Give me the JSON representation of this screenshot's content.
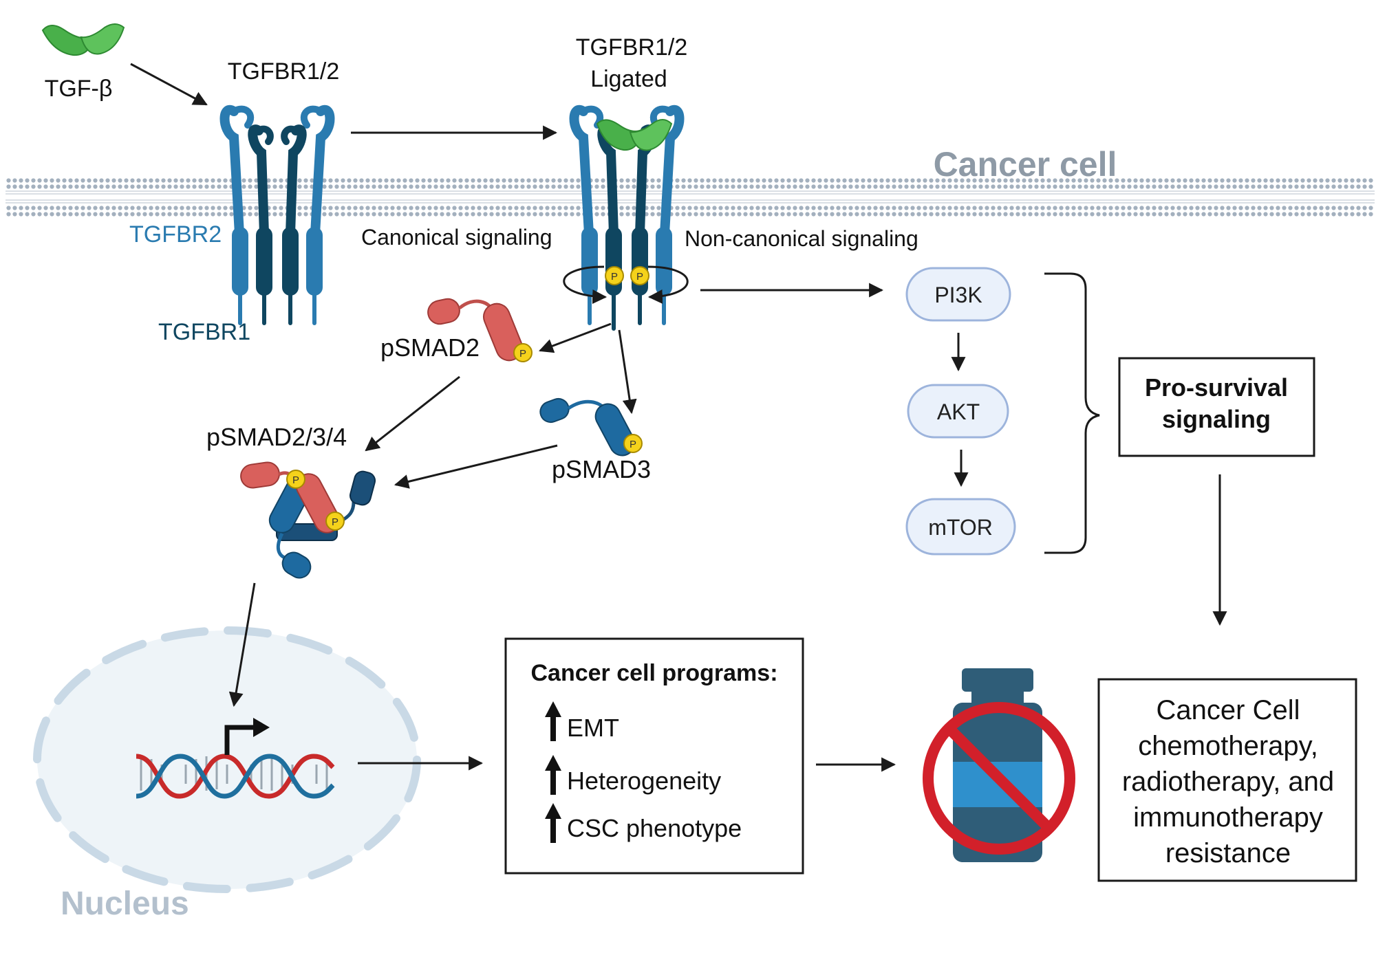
{
  "labels": {
    "tgf_beta": "TGF-β",
    "receptor_unbound": "TGFBR1/2",
    "receptor_ligated_line1": "TGFBR1/2",
    "receptor_ligated_line2": "Ligated",
    "cancer_cell": "Cancer cell",
    "tgfbr2": "TGFBR2",
    "tgfbr1": "TGFBR1",
    "canonical": "Canonical signaling",
    "non_canonical": "Non-canonical signaling",
    "psmad2": "pSMAD2",
    "psmad3": "pSMAD3",
    "psmad234": "pSMAD2/3/4",
    "nucleus": "Nucleus",
    "phospho": "P"
  },
  "pathway": {
    "pi3k": "PI3K",
    "akt": "AKT",
    "mtor": "mTOR",
    "pro_survival_line1": "Pro-survival",
    "pro_survival_line2": "signaling"
  },
  "programs": {
    "title": "Cancer cell programs:",
    "items": [
      "EMT",
      "Heterogeneity",
      "CSC phenotype"
    ]
  },
  "resistance": {
    "lines": [
      "Cancer Cell",
      "chemotherapy,",
      "radiotherapy, and",
      "immunotherapy",
      "resistance"
    ]
  },
  "colors": {
    "tgfbr2": "#2a7bb0",
    "tgfbr1": "#0f4660",
    "ligand": "#3aa83e",
    "smad2": "#d9605c",
    "smad3": "#1e6aa0",
    "phospho": "#f5d21b",
    "pathway_fill": "#eaf1fb",
    "pathway_stroke": "#9db4dc",
    "membrane": "#9aa7b5",
    "nucleus_fill": "#eef4f8",
    "nucleus_stroke": "#c9d9e6",
    "no_sign": "#d2202a",
    "bottle": "#2f5d78",
    "bottle_band": "#2f90cc",
    "dna_red": "#c82a2a",
    "dna_blue": "#1f6f9e"
  }
}
